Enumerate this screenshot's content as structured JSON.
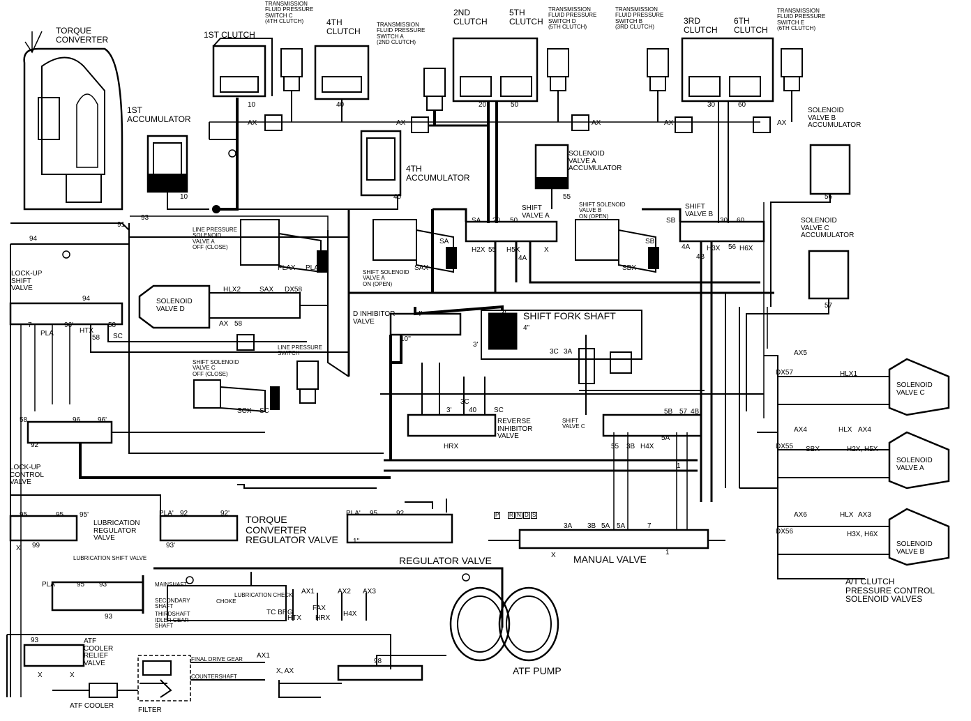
{
  "labels": {
    "torque_converter": "TORQUE\nCONVERTER",
    "clutch_1st": "1ST CLUTCH",
    "tfps_c": "TRANSMISSION\nFLUID PRESSURE\nSWITCH C\n(4TH CLUTCH)",
    "clutch_4th": "4TH\nCLUTCH",
    "tfps_a": "TRANSMISSION\nFLUID PRESSURE\nSWITCH A\n(2ND CLUTCH)",
    "clutch_2nd": "2ND\nCLUTCH",
    "clutch_5th": "5TH\nCLUTCH",
    "tfps_d": "TRANSMISSION\nFLUID PRESSURE\nSWITCH D\n(5TH CLUTCH)",
    "tfps_b": "TRANSMISSION\nFLUID PRESSURE\nSWITCH B\n(3RD CLUTCH)",
    "clutch_3rd": "3RD\nCLUTCH",
    "clutch_6th": "6TH\nCLUTCH",
    "tfps_e": "TRANSMISSION\nFLUID PRESSURE\nSWITCH E\n(6TH CLUTCH)",
    "accumulator_1st": "1ST\nACCUMULATOR",
    "accumulator_4th": "4TH\nACCUMULATOR",
    "sv_a_accumulator": "SOLENOID\nVALVE A\nACCUMULATOR",
    "sv_b_accumulator": "SOLENOID\nVALVE B\nACCUMULATOR",
    "sv_c_accumulator": "SOLENOID\nVALVE C\nACCUMULATOR",
    "line_pressure_solenoid": "LINE PRESSURE\nSOLENOID\nVALVE A\nOFF (CLOSE)",
    "shift_solenoid_a": "SHIFT SOLENOID\nVALVE A\nON (OPEN)",
    "shift_solenoid_b": "SHIFT SOLENOID\nVALVE B\nON (OPEN)",
    "shift_solenoid_c": "SHIFT SOLENOID\nVALVE C\nOFF (CLOSE)",
    "shift_valve_a": "SHIFT\nVALVE A",
    "shift_valve_b": "SHIFT\nVALVE B",
    "shift_valve_c": "SHIFT\nVALVE C",
    "lockup_shift_valve": "LOCK-UP\nSHIFT\nVALVE",
    "solenoid_valve_d": "SOLENOID\nVALVE D",
    "d_inhibitor_valve": "D INHIBITOR\nVALVE",
    "shift_fork_shaft": "SHIFT FORK SHAFT",
    "line_pressure_switch": "LINE PRESSURE\nSWITCH",
    "reverse_inhibitor_valve": "REVERSE\nINHIBITOR\nVALVE",
    "lockup_control_valve": "LOCK-UP\nCONTROL\nVALVE",
    "lubrication_regulator_valve": "LUBRICATION\nREGULATOR\nVALVE",
    "torque_converter_regulator_valve": "TORQUE\nCONVERTER\nREGULATOR VALVE",
    "regulator_valve": "REGULATOR VALVE",
    "manual_valve": "MANUAL VALVE",
    "lubrication_shift_valve": "LUBRICATION SHIFT VALVE",
    "mainshaft": "MAINSHAFT",
    "lubrication_check": "LUBRICATION CHECK",
    "choke": "CHOKE",
    "secondary_shaft": "SECONDARY\nSHAFT",
    "thirdshaft": "THIRDSHAFT",
    "idler_gear_shaft": "IDLER GEAR\nSHAFT",
    "atf_cooler_relief_valve": "ATF\nCOOLER\nRELIEF\nVALVE",
    "atf_cooler": "ATF COOLER",
    "filter": "FILTER",
    "final_drive_gear": "FINAL DRIVE GEAR",
    "countershaft": "COUNTERSHAFT",
    "atf_pump": "ATF PUMP",
    "sv_c": "SOLENOID\nVALVE C",
    "sv_a": "SOLENOID\nVALVE A",
    "sv_b": "SOLENOID\nVALVE B",
    "at_clutch_pcsv": "A/T CLUTCH\nPRESSURE CONTROL\nSOLENOID VALVES",
    "x_ax": "X, AX",
    "gear_positions": [
      "P",
      "R",
      "N",
      "D",
      "S"
    ]
  },
  "ports": {
    "p10": "10",
    "p40": "40",
    "p20": "20",
    "p50": "50",
    "p30": "30",
    "p60": "60",
    "p55": "55",
    "p56": "56",
    "p57": "57",
    "p91": "91",
    "p93": "93",
    "p94": "94",
    "ax": "AX",
    "x": "X",
    "sa": "SA",
    "sb": "SB",
    "sax": "SAX",
    "sbx": "SBX",
    "h2x": "H2X",
    "h5x": "H5X",
    "h3x": "H3X",
    "h6x": "H6X",
    "4a": "4A",
    "4b": "4B",
    "plax": "PLAX",
    "pla": "PLA",
    "pla1": "PLA'",
    "hlx2": "HLX2",
    "dx58": "DX58",
    "p58": "58",
    "p1": "1",
    "p7": "7",
    "p96": "96",
    "p96p": "96'",
    "htx": "HTX",
    "sc": "SC",
    "scx": "SCX",
    "p92": "92",
    "p95": "95",
    "p95p": "95'",
    "p99": "99",
    "p93p": "93'",
    "p92p": "92'",
    "p3": "3",
    "p3p": "3'",
    "p4": "4",
    "p4p": "4'",
    "p4pp": "4\"",
    "p3c": "3C",
    "p3a": "3A",
    "p3b": "3B",
    "p5a": "5A",
    "p5b": "5B",
    "hrx": "HRX",
    "h4x": "H4X",
    "dx57": "DX57",
    "dx55": "DX55",
    "dx56": "DX56",
    "hlx1": "HLX1",
    "hlx": "HLX",
    "h2x_h5x": "H2X, H5X",
    "h3x_h6x": "H3X, H6X",
    "sbx2": "SBX",
    "ax1": "AX1",
    "ax2": "AX2",
    "ax3": "AX3",
    "ax4": "AX4",
    "ax5": "AX5",
    "ax6": "AX6",
    "tc_brg": "TC BRG",
    "fax": "FAX",
    "h4x2": "H4X",
    "p1pp": "1''",
    "p98": "98",
    "p10pp": "10''"
  }
}
